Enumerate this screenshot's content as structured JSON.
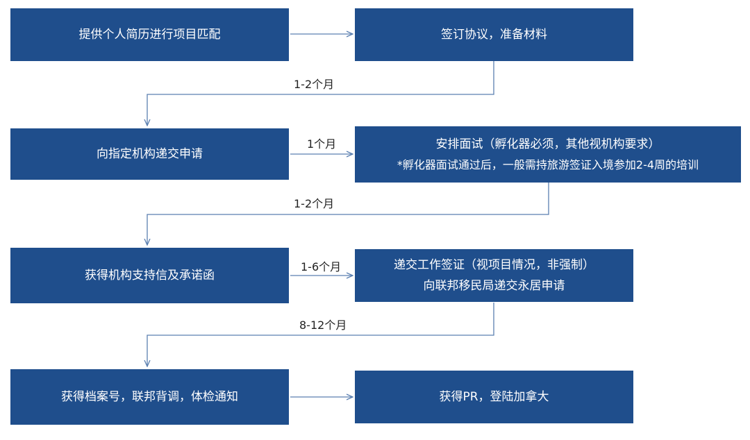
{
  "steps": {
    "s1": "提供个人简历进行项目匹配",
    "s2": "签订协议，准备材料",
    "s3": "向指定机构递交申请",
    "s4_line1": "安排面试（孵化器必须，其他视机构要求）",
    "s4_line2": "*孵化器面试通过后，一般需持旅游签证入境参加2-4周的培训",
    "s5": "获得机构支持信及承诺函",
    "s6_line1": "递交工作签证（视项目情况，非强制）",
    "s6_line2": "向联邦移民局递交永居申请",
    "s7": "获得档案号，联邦背调，体检通知",
    "s8": "获得PR，登陆加拿大"
  },
  "durations": {
    "d1": "1-2个月",
    "d2": "1个月",
    "d3": "1-2个月",
    "d4": "1-6个月",
    "d5": "8-12个月"
  },
  "colors": {
    "box": "#1f4e8c",
    "connector": "#5a7fb0"
  }
}
